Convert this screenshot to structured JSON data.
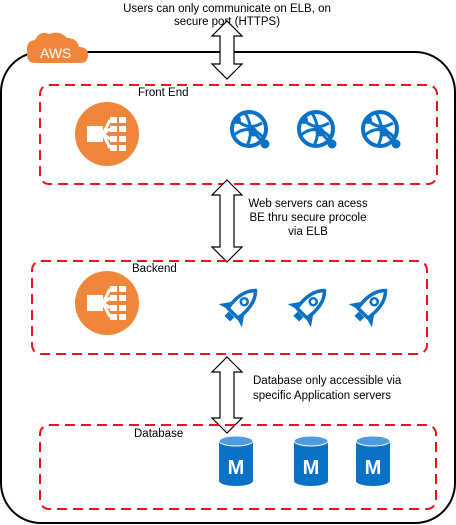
{
  "cloud_label": "AWS",
  "notes": {
    "top_line1": "Users can only communicate on ELB, on",
    "top_line2": "secure port (HTTPS)",
    "middle_line1": "Web servers can acess",
    "middle_line2": "BE thru secure procole",
    "middle_line3": "via ELB",
    "lower_line1": "Database only accessible via",
    "lower_line2": "specific Application servers"
  },
  "tiers": {
    "front_end": {
      "label": "Front End"
    },
    "backend": {
      "label": "Backend"
    },
    "database": {
      "label": "Database"
    }
  },
  "db_icon_letter": "M",
  "icons": {
    "load_balancer": "elastic-load-balancer-icon",
    "web_server": "globe-network-icon",
    "app_server": "rocket-icon",
    "database": "database-cylinder-icon"
  },
  "colors": {
    "aws_orange": "#F0863A",
    "tier_border": "#E8141C",
    "azure_blue": "#0A72C6",
    "outline": "#000000"
  }
}
